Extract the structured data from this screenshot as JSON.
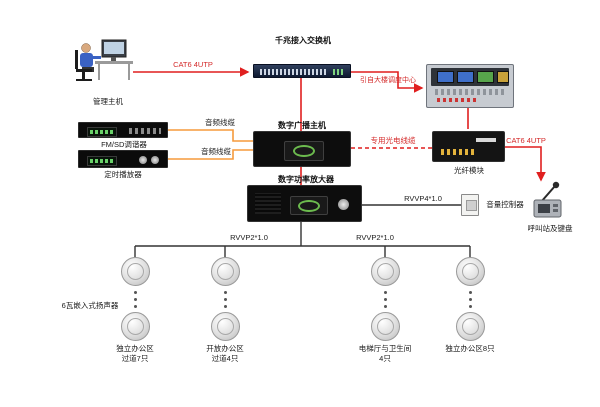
{
  "titles": {
    "switch": "千兆接入交换机",
    "management_host": "管理主机",
    "tuner": "FM/SD调谐器",
    "timer_player": "定时播放器",
    "broadcast_host": "数字广播主机",
    "amplifier": "数字功率放大器",
    "fiber_module": "光纤模块",
    "volume_controller": "音量控制器",
    "call_station": "呼叫站及键盘",
    "speaker_type": "6瓦嵌入式扬声器"
  },
  "cables": {
    "cat6_top": "CAT6 4UTP",
    "cat6_right": "CAT6 4UTP",
    "audio_1": "音频线缆",
    "audio_2": "音频线缆",
    "dispatch_feed": "引自大楼调度中心",
    "optical": "专用光电线缆",
    "rvvp4": "RVVP4*1.0",
    "rvvp2_a": "RVVP2*1.0",
    "rvvp2_b": "RVVP2*1.0"
  },
  "speaker_columns": [
    {
      "line1": "独立办公区",
      "line2": "过道7只"
    },
    {
      "line1": "开放办公区",
      "line2": "过道4只"
    },
    {
      "line1": "电梯厅与卫生间",
      "line2": "4只"
    },
    {
      "line1": "独立办公区8只",
      "line2": ""
    }
  ],
  "colors": {
    "line_red": "#e01f1f",
    "line_orange": "#f59a3c",
    "line_black": "#333333",
    "label_red": "#d42a2a"
  }
}
